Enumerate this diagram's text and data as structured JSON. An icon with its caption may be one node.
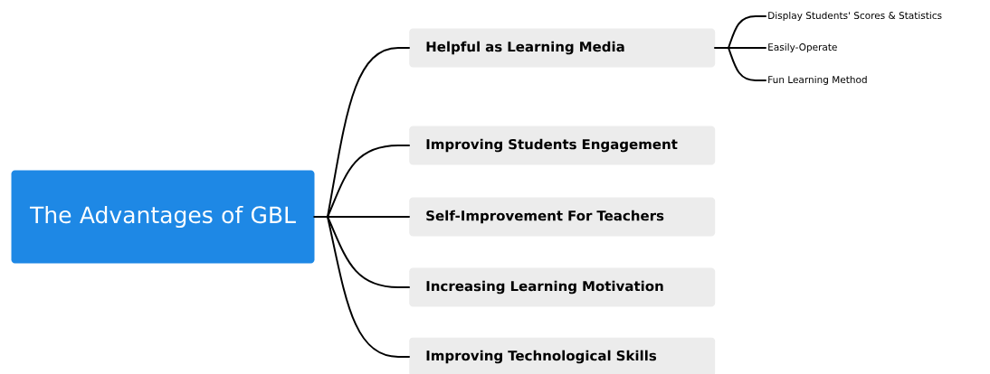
{
  "diagram": {
    "nodes": [
      {
        "text": [
          "The Advantages of GBL"
        ]
      },
      {
        "text": [
          "Helpful as Learning Media"
        ]
      },
      {
        "text": [
          "Improving Students Engagement"
        ]
      },
      {
        "text": [
          "Self-Improvement For Teachers"
        ]
      },
      {
        "text": [
          "Increasing Learning Motivation"
        ]
      },
      {
        "text": [
          "Improving Technological Skills"
        ]
      },
      {
        "text": [
          "Display Students' Scores & Statistics"
        ]
      },
      {
        "text": [
          "Easily-Operate"
        ]
      },
      {
        "text": [
          "Fun Learning Method"
        ]
      }
    ],
    "edges": [
      {
        "from": 0,
        "to": 1,
        "arrow": "none"
      },
      {
        "from": 0,
        "to": 2,
        "arrow": "none"
      },
      {
        "from": 0,
        "to": 3,
        "arrow": "none"
      },
      {
        "from": 0,
        "to": 4,
        "arrow": "none"
      },
      {
        "from": 0,
        "to": 5,
        "arrow": "none"
      },
      {
        "from": 1,
        "to": 6,
        "arrow": "none"
      },
      {
        "from": 1,
        "to": 7,
        "arrow": "none"
      },
      {
        "from": 1,
        "to": 8,
        "arrow": "none"
      }
    ]
  }
}
